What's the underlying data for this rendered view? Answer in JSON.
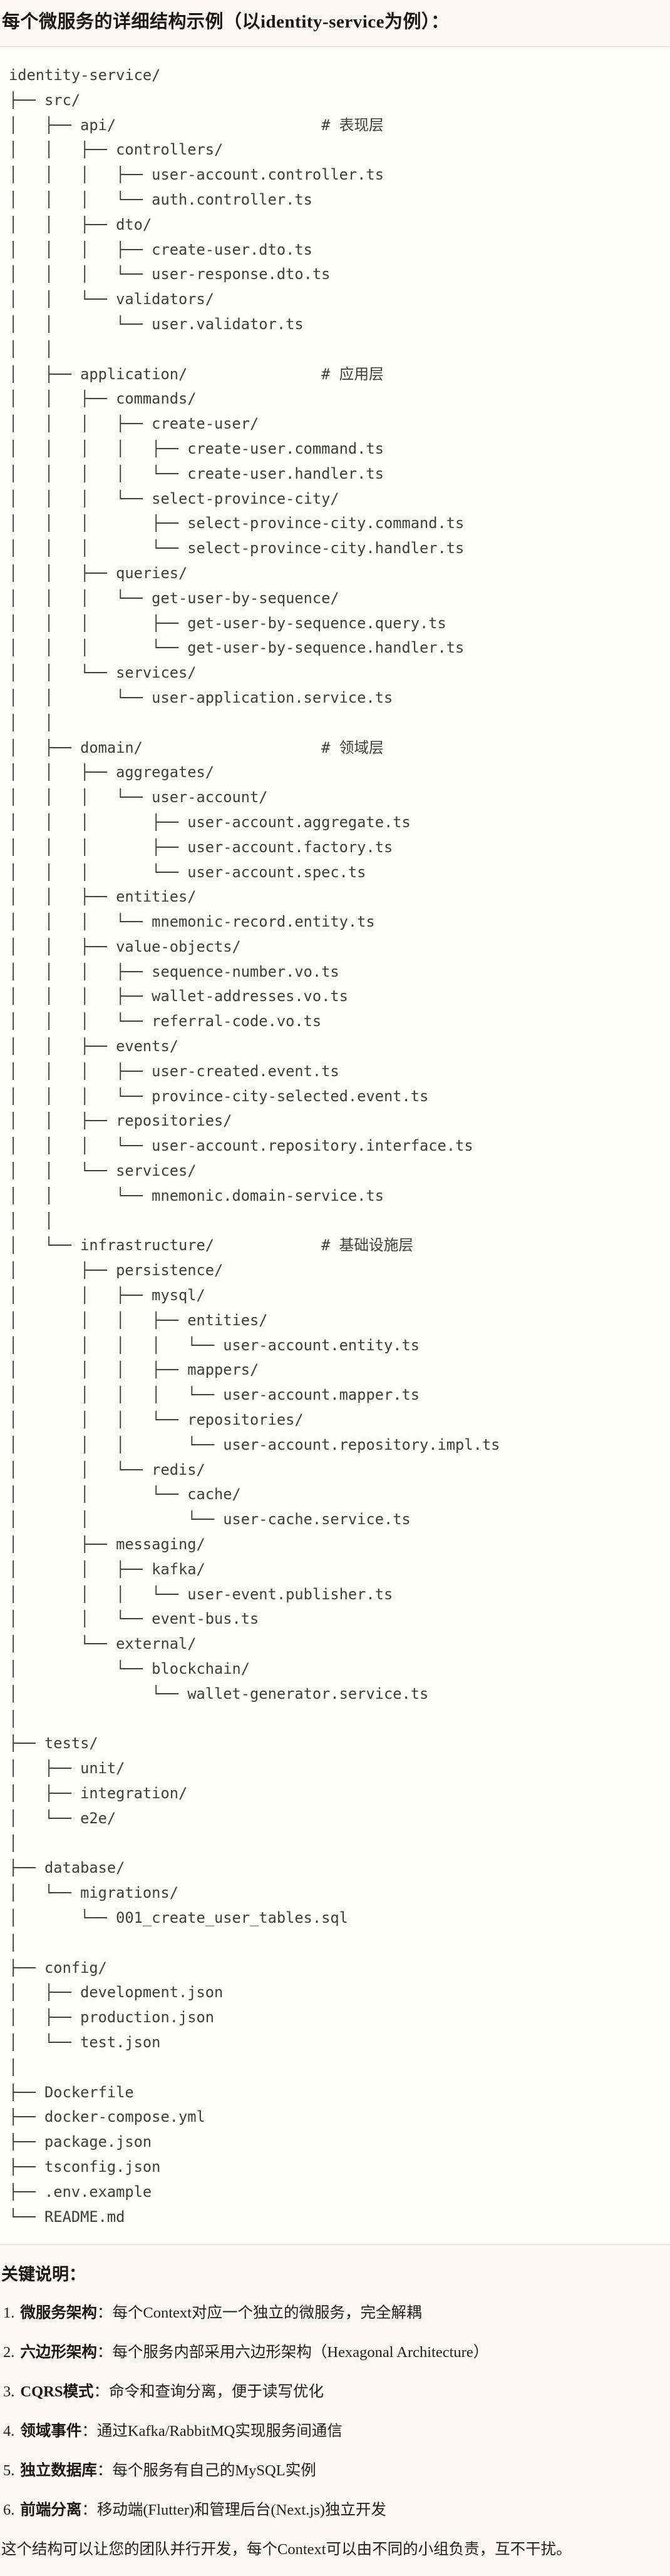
{
  "title": "每个微服务的详细结构示例（以identity-service为例）：",
  "code_block": {
    "language": "plaintext-tree",
    "lines": [
      "identity-service/",
      "├── src/",
      "│   ├── api/                       # 表现层",
      "│   │   ├── controllers/",
      "│   │   │   ├── user-account.controller.ts",
      "│   │   │   └── auth.controller.ts",
      "│   │   ├── dto/",
      "│   │   │   ├── create-user.dto.ts",
      "│   │   │   └── user-response.dto.ts",
      "│   │   └── validators/",
      "│   │       └── user.validator.ts",
      "│   │",
      "│   ├── application/               # 应用层",
      "│   │   ├── commands/",
      "│   │   │   ├── create-user/",
      "│   │   │   │   ├── create-user.command.ts",
      "│   │   │   │   └── create-user.handler.ts",
      "│   │   │   └── select-province-city/",
      "│   │   │       ├── select-province-city.command.ts",
      "│   │   │       └── select-province-city.handler.ts",
      "│   │   ├── queries/",
      "│   │   │   └── get-user-by-sequence/",
      "│   │   │       ├── get-user-by-sequence.query.ts",
      "│   │   │       └── get-user-by-sequence.handler.ts",
      "│   │   └── services/",
      "│   │       └── user-application.service.ts",
      "│   │",
      "│   ├── domain/                    # 领域层",
      "│   │   ├── aggregates/",
      "│   │   │   └── user-account/",
      "│   │   │       ├── user-account.aggregate.ts",
      "│   │   │       ├── user-account.factory.ts",
      "│   │   │       └── user-account.spec.ts",
      "│   │   ├── entities/",
      "│   │   │   └── mnemonic-record.entity.ts",
      "│   │   ├── value-objects/",
      "│   │   │   ├── sequence-number.vo.ts",
      "│   │   │   ├── wallet-addresses.vo.ts",
      "│   │   │   └── referral-code.vo.ts",
      "│   │   ├── events/",
      "│   │   │   ├── user-created.event.ts",
      "│   │   │   └── province-city-selected.event.ts",
      "│   │   ├── repositories/",
      "│   │   │   └── user-account.repository.interface.ts",
      "│   │   └── services/",
      "│   │       └── mnemonic.domain-service.ts",
      "│   │",
      "│   └── infrastructure/            # 基础设施层",
      "│       ├── persistence/",
      "│       │   ├── mysql/",
      "│       │   │   ├── entities/",
      "│       │   │   │   └── user-account.entity.ts",
      "│       │   │   ├── mappers/",
      "│       │   │   │   └── user-account.mapper.ts",
      "│       │   │   └── repositories/",
      "│       │   │       └── user-account.repository.impl.ts",
      "│       │   └── redis/",
      "│       │       └── cache/",
      "│       │           └── user-cache.service.ts",
      "│       ├── messaging/",
      "│       │   ├── kafka/",
      "│       │   │   └── user-event.publisher.ts",
      "│       │   └── event-bus.ts",
      "│       └── external/",
      "│           └── blockchain/",
      "│               └── wallet-generator.service.ts",
      "│",
      "├── tests/",
      "│   ├── unit/",
      "│   ├── integration/",
      "│   └── e2e/",
      "│",
      "├── database/",
      "│   └── migrations/",
      "│       └── 001_create_user_tables.sql",
      "│",
      "├── config/",
      "│   ├── development.json",
      "│   ├── production.json",
      "│   └── test.json",
      "│",
      "├── Dockerfile",
      "├── docker-compose.yml",
      "├── package.json",
      "├── tsconfig.json",
      "├── .env.example",
      "└── README.md"
    ]
  },
  "notes": {
    "heading": "关键说明：",
    "items": [
      {
        "num": "1.",
        "label": "微服务架构",
        "desc": "：每个Context对应一个独立的微服务，完全解耦"
      },
      {
        "num": "2.",
        "label": "六边形架构",
        "desc": "：每个服务内部采用六边形架构（Hexagonal Architecture）"
      },
      {
        "num": "3.",
        "label": "CQRS模式",
        "desc": "：命令和查询分离，便于读写优化"
      },
      {
        "num": "4.",
        "label": "领域事件",
        "desc": "：通过Kafka/RabbitMQ实现服务间通信"
      },
      {
        "num": "5.",
        "label": "独立数据库",
        "desc": "：每个服务有自己的MySQL实例"
      },
      {
        "num": "6.",
        "label": "前端分离",
        "desc": "：移动端(Flutter)和管理后台(Next.js)独立开发"
      }
    ],
    "footer": "这个结构可以让您的团队并行开发，每个Context可以由不同的小组负责，互不干扰。"
  }
}
